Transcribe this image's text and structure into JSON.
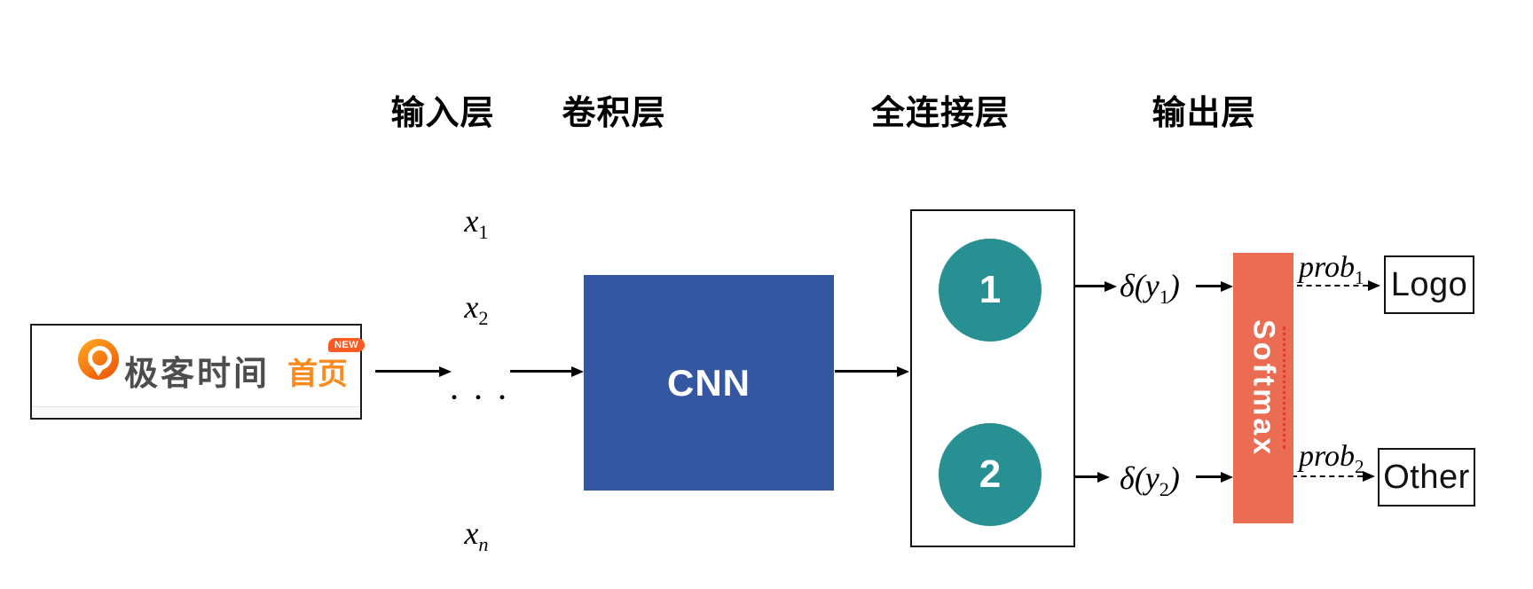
{
  "columns": {
    "input": "输入层",
    "conv": "卷积层",
    "fc": "全连接层",
    "output": "输出层"
  },
  "input_image": {
    "brand": "极客时间",
    "nav_item": "首页",
    "badge": "NEW"
  },
  "input_vector": {
    "x1": {
      "base": "x",
      "sub": "1"
    },
    "x2": {
      "base": "x",
      "sub": "2"
    },
    "ellipsis": ". . .",
    "xn": {
      "base": "x",
      "sub": "n"
    }
  },
  "cnn": {
    "label": "CNN"
  },
  "fc_layer": {
    "neuron1": "1",
    "neuron2": "2"
  },
  "activations": {
    "delta1": {
      "prefix": "δ(y",
      "sub": "1",
      "suffix": ")"
    },
    "delta2": {
      "prefix": "δ(y",
      "sub": "2",
      "suffix": ")"
    }
  },
  "softmax": {
    "label": "Softmax"
  },
  "outputs": {
    "prob1": {
      "base": "prob",
      "sub": "1"
    },
    "prob2": {
      "base": "prob",
      "sub": "2"
    },
    "class1": "Logo",
    "class2": "Other"
  },
  "colors": {
    "cnn_blue": "#3557A2",
    "neuron_teal": "#289092",
    "softmax_coral": "#EA6C53",
    "softmax_dotted_red": "#E23A2A",
    "brand_orange": "#FB8A1E",
    "badge_orange": "#FA5B25"
  }
}
